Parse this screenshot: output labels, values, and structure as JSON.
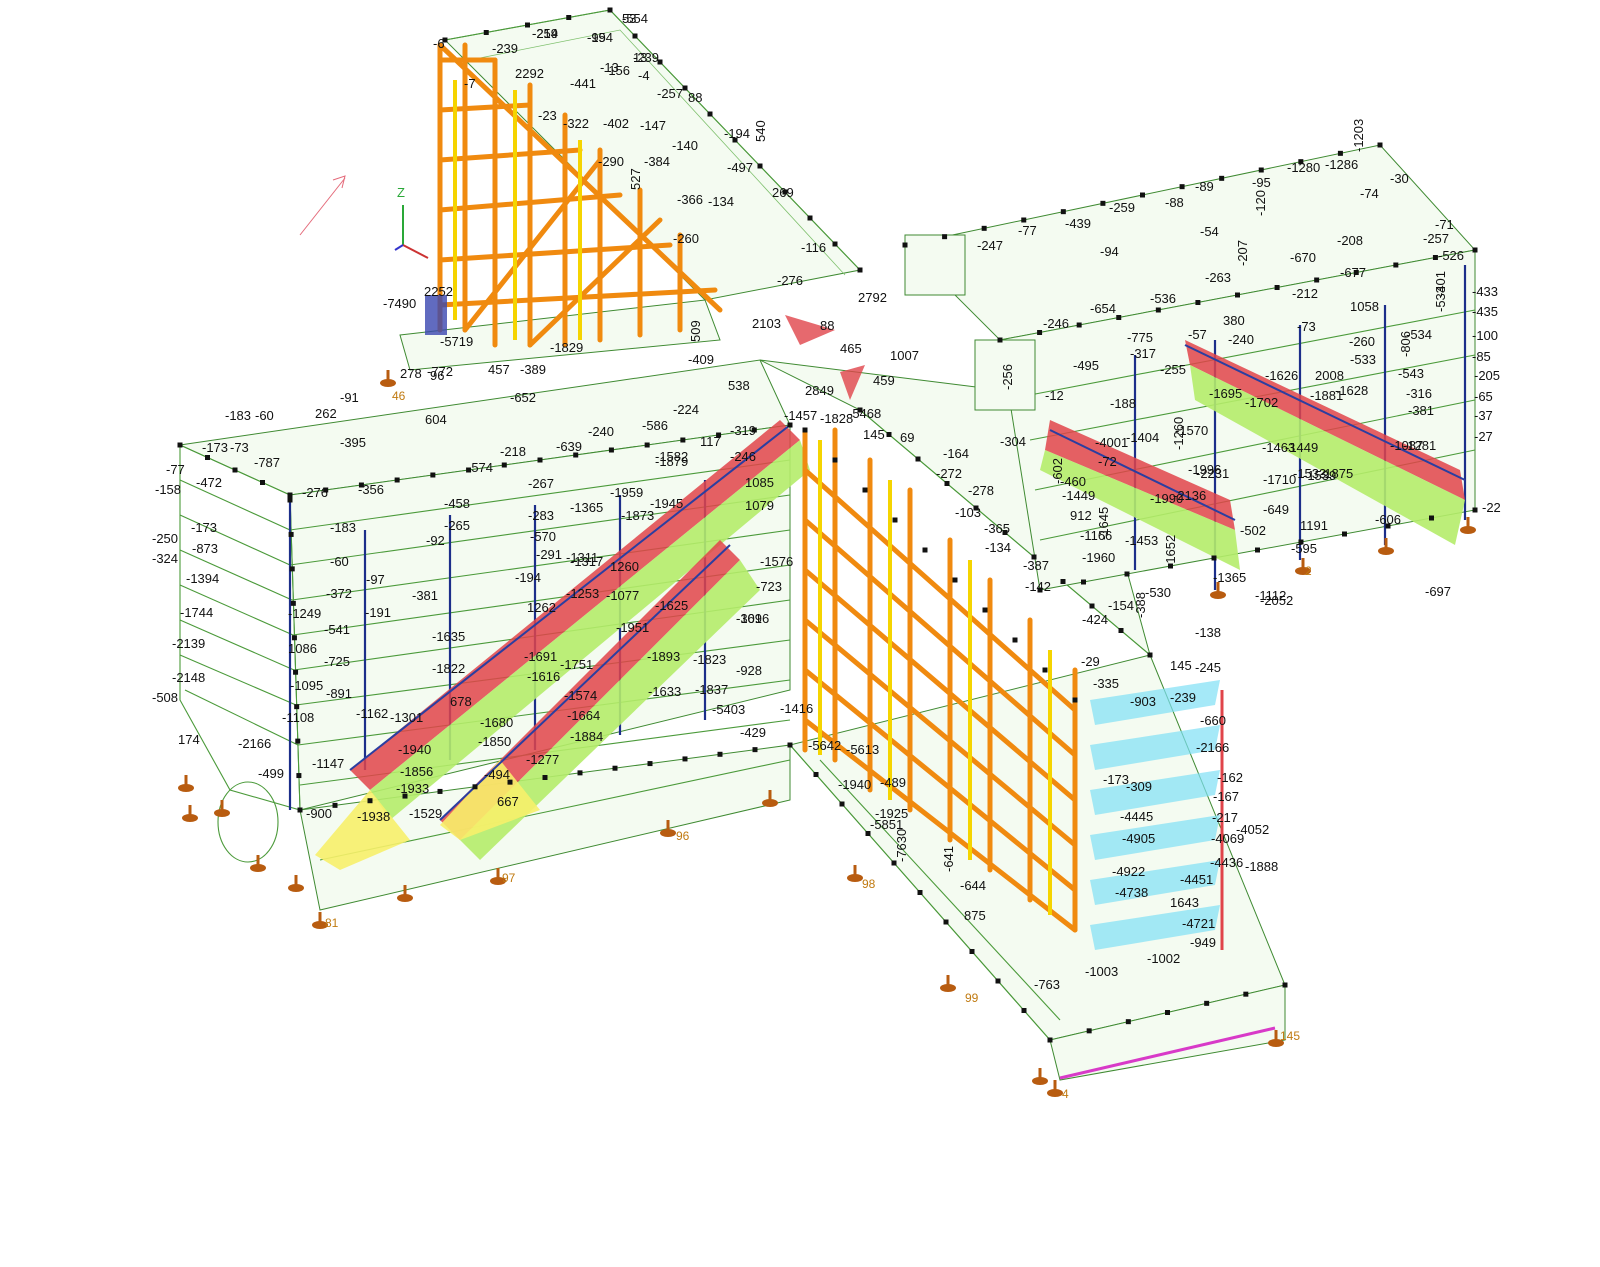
{
  "axis": {
    "z_label": "Z"
  },
  "colors": {
    "frame": "#4b9a3a",
    "column": "#1c2e8a",
    "beam_orange": "#f08a0f",
    "beam_yellow": "#f5d400",
    "diagram_red": "#e0444a",
    "diagram_green": "#b5ec6a",
    "diagram_cyan": "#7fe0f5",
    "support": "#b85c10"
  },
  "support_numbers": [
    "46",
    "96",
    "97",
    "81",
    "98",
    "99",
    "4",
    "145",
    "2"
  ],
  "values": [
    "53",
    "-219",
    "-154",
    "13",
    "-6",
    "-239",
    "-13",
    "2292",
    "-156",
    "-4",
    "-441",
    "-257",
    "88",
    "-7",
    "-23",
    "-322",
    "-402",
    "-147",
    "-194",
    "540",
    "-497",
    "-140",
    "-290",
    "-384",
    "269",
    "-134",
    "-366",
    "527",
    "-260",
    "-116",
    "-276",
    "2792",
    "2103",
    "88",
    "465",
    "1007",
    "2849",
    "459",
    "-7490",
    "2252",
    "-5719",
    "-772",
    "457",
    "-389",
    "-1829",
    "509",
    "-409",
    "538",
    "278",
    "96",
    "-91",
    "-652",
    "-183",
    "-60",
    "262",
    "604",
    "-224",
    "-586",
    "-240",
    "-639",
    "-218",
    "-574",
    "-395",
    "-173",
    "-73",
    "-787",
    "-77",
    "-158",
    "-472",
    "-250",
    "-324",
    "-173",
    "-873",
    "-1394",
    "-1744",
    "-2139",
    "-2148",
    "-508",
    "174",
    "-2166",
    "-499",
    "-356",
    "-276",
    "-183",
    "-60",
    "-372",
    "-541",
    "-725",
    "-891",
    "-900",
    "-1147",
    "-1162",
    "-1938",
    "-1940",
    "-1856",
    "-1933",
    "-1529",
    "667",
    "-494",
    "-1277",
    "-1680",
    "-1850",
    "678",
    "-1822",
    "-1635",
    "-1301",
    "-1249",
    "1086",
    "-1095",
    "-1108",
    "-458",
    "-265",
    "-92",
    "-97",
    "-191",
    "-381",
    "-267",
    "-283",
    "-570",
    "-291",
    "-194",
    "1262",
    "-1317",
    "-1253",
    "-1311",
    "1260",
    "-1077",
    "-1951",
    "-1625",
    "-1691",
    "-1616",
    "-1751",
    "-1574",
    "-1664",
    "-1884",
    "-1893",
    "-1633",
    "-1823",
    "-1837",
    "-3096",
    "-928",
    "-5403",
    "-429",
    "-5642",
    "-5613",
    "-1940",
    "-1925",
    "-5851",
    "-489",
    "-7630",
    "-641",
    "-644",
    "875",
    "-763",
    "-1002",
    "-949",
    "-1003",
    "-1365",
    "-1959",
    "-1873",
    "-1879",
    "-1945",
    "-1582",
    "117",
    "-319",
    "-246",
    "1085",
    "1079",
    "-1457",
    "-1576",
    "-723",
    "-161",
    "-1416",
    "-1828",
    "-5468",
    "145",
    "69",
    "-164",
    "-272",
    "-278",
    "-103",
    "-365",
    "-134",
    "-387",
    "-142",
    "-424",
    "-154",
    "-388",
    "-138",
    "-29",
    "145",
    "-245",
    "-335",
    "-903",
    "-239",
    "-660",
    "-2166",
    "-162",
    "-167",
    "-217",
    "-4052",
    "-4069",
    "-4436",
    "-1888",
    "-4451",
    "-4721",
    "1643",
    "-4738",
    "-4922",
    "-4905",
    "-4445",
    "-309",
    "-173",
    "-304",
    "-72",
    "-4001",
    "-188",
    "-317",
    "-255",
    "-775",
    "-57",
    "380",
    "-240",
    "-212",
    "-73",
    "1058",
    "-260",
    "-533",
    "-534",
    "-806",
    "-543",
    "-316",
    "-381",
    "-401",
    "-433",
    "-533",
    "-435",
    "-100",
    "-85",
    "-205",
    "-65",
    "-37",
    "-27",
    "-22",
    "-606",
    "-595",
    "-697",
    "1191",
    "-649",
    "-1710",
    "-2231",
    "-1695",
    "-1702",
    "-1463",
    "-1449",
    "-1533",
    "-1875",
    "-1539",
    "-1881",
    "-1990",
    "-2136",
    "-1996",
    "-1260",
    "-1570",
    "-1404",
    "-1449",
    "912",
    "-1166",
    "-1645",
    "-1453",
    "-1960",
    "-1652",
    "-1112",
    "-1365",
    "-2052",
    "-502",
    "-530",
    "-602",
    "-460",
    "-12",
    "-495",
    "-256",
    "-1626",
    "2008",
    "-1628",
    "-1087",
    "-1281",
    "-1203",
    "-1286",
    "-1280",
    "-30",
    "-95",
    "-89",
    "-74",
    "-259",
    "-88",
    "-120",
    "-71",
    "-257",
    "-526",
    "-77",
    "-439",
    "-94",
    "-54",
    "-208",
    "-677",
    "-670",
    "-207",
    "-263",
    "-536",
    "-246",
    "-654",
    "-247",
    "-554",
    "-254",
    "-99",
    "-239"
  ]
}
